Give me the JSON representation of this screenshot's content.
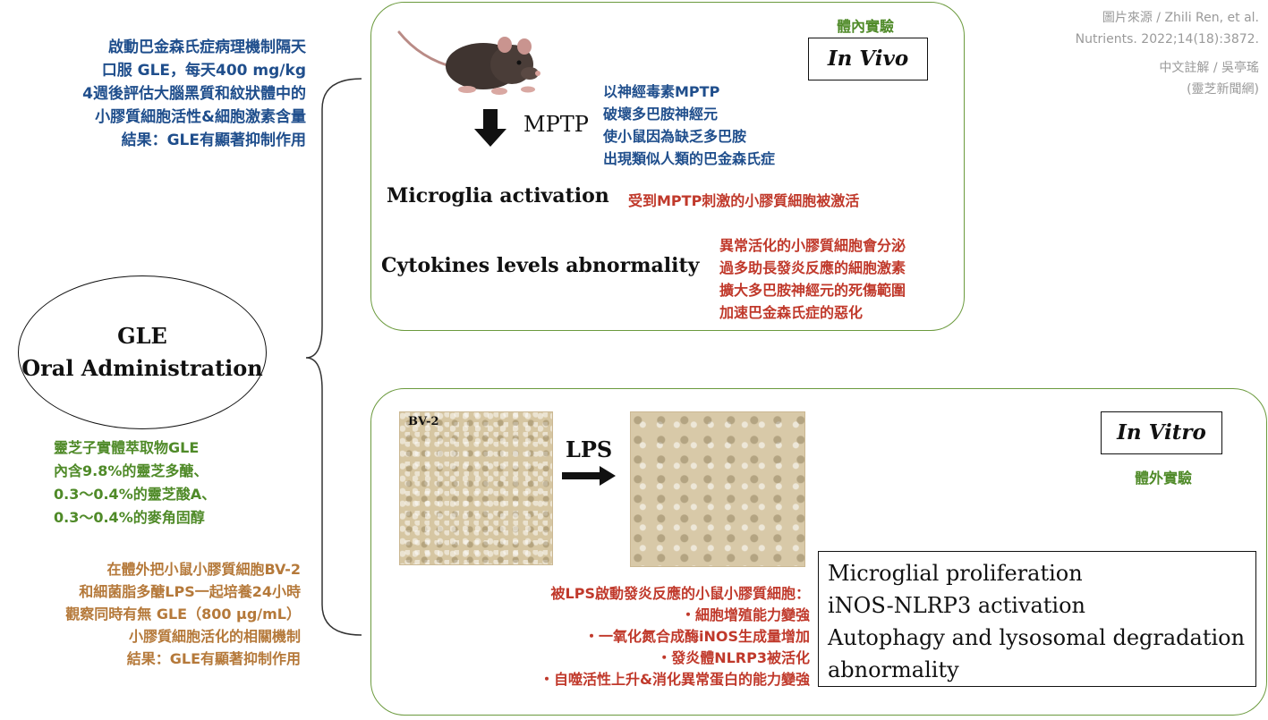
{
  "credit": {
    "line1": "圖片來源 / Zhili Ren, et al.",
    "line2": "Nutrients. 2022;14(18):3872.",
    "line3": "中文註解 / 吳亭瑤",
    "line4": "(靈芝新聞網)"
  },
  "left_notes": {
    "blue": [
      "啟動巴金森氏症病理機制隔天",
      "口服 GLE，每天400 mg/kg",
      "4週後評估大腦黑質和紋狀體中的",
      "小膠質細胞活性&細胞激素含量",
      "結果：GLE有顯著抑制作用"
    ],
    "green": [
      "靈芝子實體萃取物GLE",
      "內含9.8%的靈芝多醣、",
      "0.3～0.4%的靈芝酸A、",
      "0.3～0.4%的麥角固醇"
    ],
    "brown": [
      "在體外把小鼠小膠質細胞BV-2",
      "和細菌脂多醣LPS一起培養24小時",
      "觀察同時有無 GLE（800 μg/mL）",
      "小膠質細胞活化的相關機制",
      "結果：GLE有顯著抑制作用"
    ]
  },
  "center": {
    "line1": "GLE",
    "line2": "Oral Administration"
  },
  "in_vivo": {
    "label_cn": "體內實驗",
    "title": "In Vivo",
    "mptp_label": "MPTP",
    "mptp_notes": [
      "以神經毒素MPTP",
      "破壞多巴胺神經元",
      "使小鼠因為缺乏多巴胺",
      "出現類似人類的巴金森氏症"
    ],
    "activation_en": "Microglia activation",
    "activation_cn": "受到MPTP刺激的小膠質細胞被激活",
    "cytokine_en": "Cytokines levels abnormality",
    "cytokine_cn": [
      "異常活化的小膠質細胞會分泌",
      "過多助長發炎反應的細胞激素",
      "擴大多巴胺神經元的死傷範圍",
      "加速巴金森氏症的惡化"
    ]
  },
  "in_vitro": {
    "label_cn": "體外實驗",
    "title": "In Vitro",
    "photo_label": "BV-2",
    "lps_label": "LPS",
    "effects_cn": [
      "被LPS啟動發炎反應的小鼠小膠質細胞：",
      "・細胞增殖能力變強",
      "・一氧化氮合成酶iNOS生成量增加",
      "・發炎體NLRP3被活化",
      "・自噬活性上升&消化異常蛋白的能力變強"
    ],
    "results_en": [
      "Microglial proliferation",
      "iNOS-NLRP3 activation",
      "Autophagy and lysosomal degradation",
      "abnormality"
    ]
  },
  "colors": {
    "navy": "#1f4e8c",
    "green": "#4f8a28",
    "brown": "#b5793a",
    "red": "#c0392b",
    "box_border": "#6b9a3d"
  }
}
